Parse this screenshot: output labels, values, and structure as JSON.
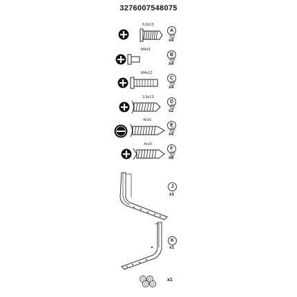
{
  "barcode": "3276007548075",
  "parts": [
    {
      "letter": "A",
      "size": "6,3x13",
      "qty": "x4"
    },
    {
      "letter": "B",
      "size": "M4x3",
      "qty": "x4"
    },
    {
      "letter": "C",
      "size": "M4x12",
      "qty": "x4"
    },
    {
      "letter": "D",
      "size": "3,9x13",
      "qty": "x2"
    },
    {
      "letter": "E",
      "size": "4x16",
      "qty": "x4"
    },
    {
      "letter": "F",
      "size": "4x16",
      "qty": "x8"
    }
  ],
  "brackets": [
    {
      "letter": "J",
      "qty": "x1"
    },
    {
      "letter": "K",
      "qty": "x1"
    }
  ],
  "pads": {
    "qty": "x1"
  },
  "icons": {
    "screw_head": "phillips-screw-head-icon",
    "swirl": "spiral-mark-icon"
  }
}
